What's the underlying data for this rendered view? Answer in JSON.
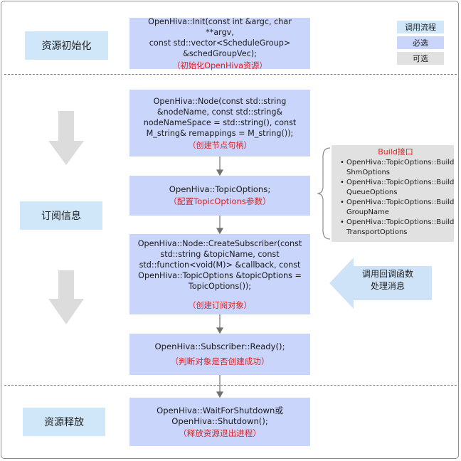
{
  "phases": {
    "init": "资源初始化",
    "subscribe": "订阅信息",
    "release": "资源释放"
  },
  "legend": {
    "call_flow": "调用流程",
    "required": "必选",
    "optional": "可选"
  },
  "steps": [
    {
      "code": "OpenHiva::Init(const int &argc, char **argv,\nconst std::vector<ScheduleGroup>\n&schedGroupVec);",
      "note": "（初始化OpenHiva资源）"
    },
    {
      "code": "OpenHiva::Node(const std::string\n&nodeName, const std::string&\nnodeNameSpace = std::string(), const\nM_string& remappings = M_string());",
      "note": "（创建节点句柄）"
    },
    {
      "code": "OpenHiva::TopicOptions;",
      "note": "（配置TopicOptions参数）"
    },
    {
      "code": "OpenHiva::Node::CreateSubscriber(const\nstd::string &topicName, const\nstd::function<void(M)> &callback, const\nOpenHiva::TopicOptions &topicOptions =\nTopicOptions());",
      "note": "（创建订阅对象）"
    },
    {
      "code": "OpenHiva::Subscriber::Ready();",
      "note": "（判断对象是否创建成功）"
    },
    {
      "code": "OpenHiva::WaitForShutdown或\nOpenHiva::Shutdown();",
      "note": "（释放资源退出进程）"
    }
  ],
  "build": {
    "title": "Build接口",
    "items": [
      "OpenHiva::TopicOptions::BuildShmOptions",
      "OpenHiva::TopicOptions::BuildQueueOptions",
      "OpenHiva::TopicOptions::BuildGroupName",
      "OpenHiva::TopicOptions::BuildTransportOptions"
    ]
  },
  "callback": "调用回调函数处理消息",
  "colors": {
    "phase_fill": "#cfe7f9",
    "step_fill": "#c9d5fb",
    "optional_fill": "#e1e1e1",
    "note_red": "#e02020",
    "arrow_gray": "#dcdcdc",
    "callback_arrow": "#cfe3f8"
  }
}
